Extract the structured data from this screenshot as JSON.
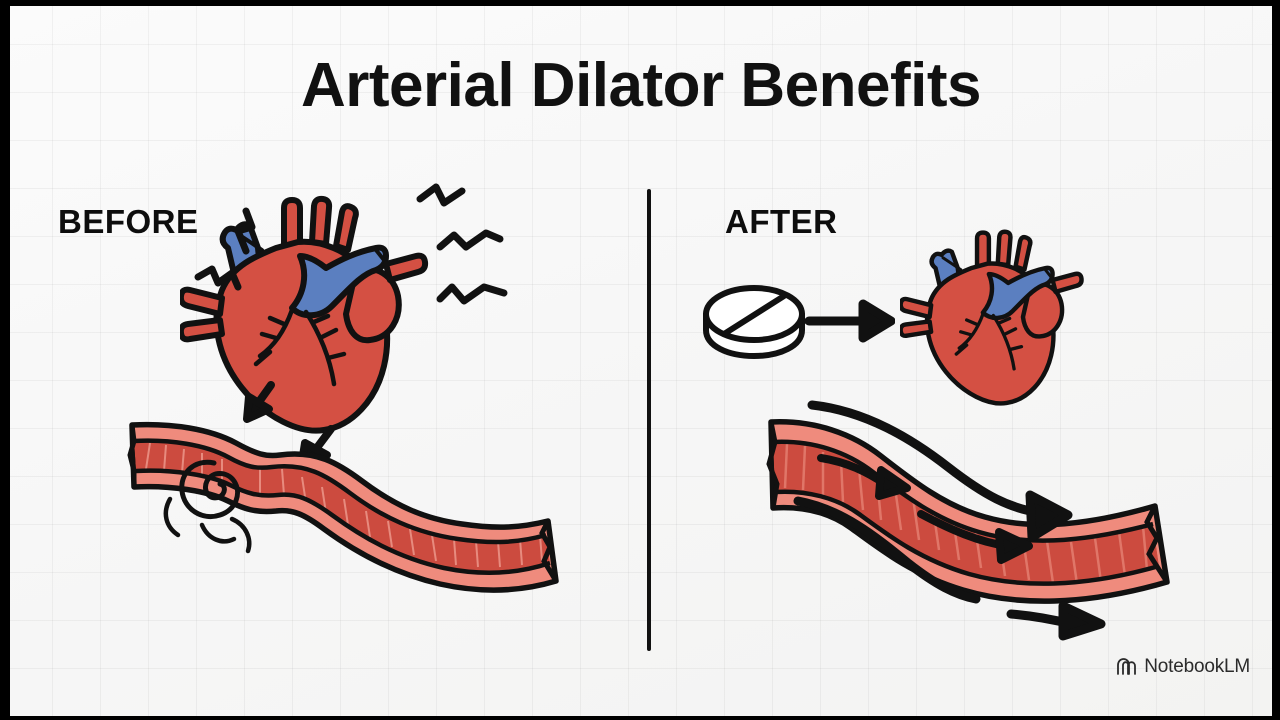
{
  "slide": {
    "title": "Arterial Dilator Benefits",
    "background_color": "#fbfbfb",
    "frame_color": "#000000"
  },
  "panels": {
    "before": {
      "label": "BEFORE",
      "illustrations": [
        "anatomical-heart",
        "constricted-artery",
        "stress-zigzag-lines",
        "downward-pressure-arrows"
      ]
    },
    "after": {
      "label": "AFTER",
      "illustrations": [
        "pill-tablet",
        "transition-arrow",
        "anatomical-heart",
        "dilated-artery",
        "blood-flow-arrows"
      ]
    }
  },
  "divider": {
    "orientation": "vertical",
    "color": "#111111"
  },
  "watermark": {
    "text": "NotebookLM",
    "icon": "notebooklm-spiral-logo"
  },
  "palette": {
    "heart_red": "#d45043",
    "heart_red_dark": "#b83f33",
    "vein_blue": "#5b7fc0",
    "vein_blue_dark": "#4a6aa8",
    "artery_wall": "#ef8b7d",
    "artery_lumen": "#cc4b3f",
    "ink": "#111111",
    "pill_white": "#ffffff"
  }
}
